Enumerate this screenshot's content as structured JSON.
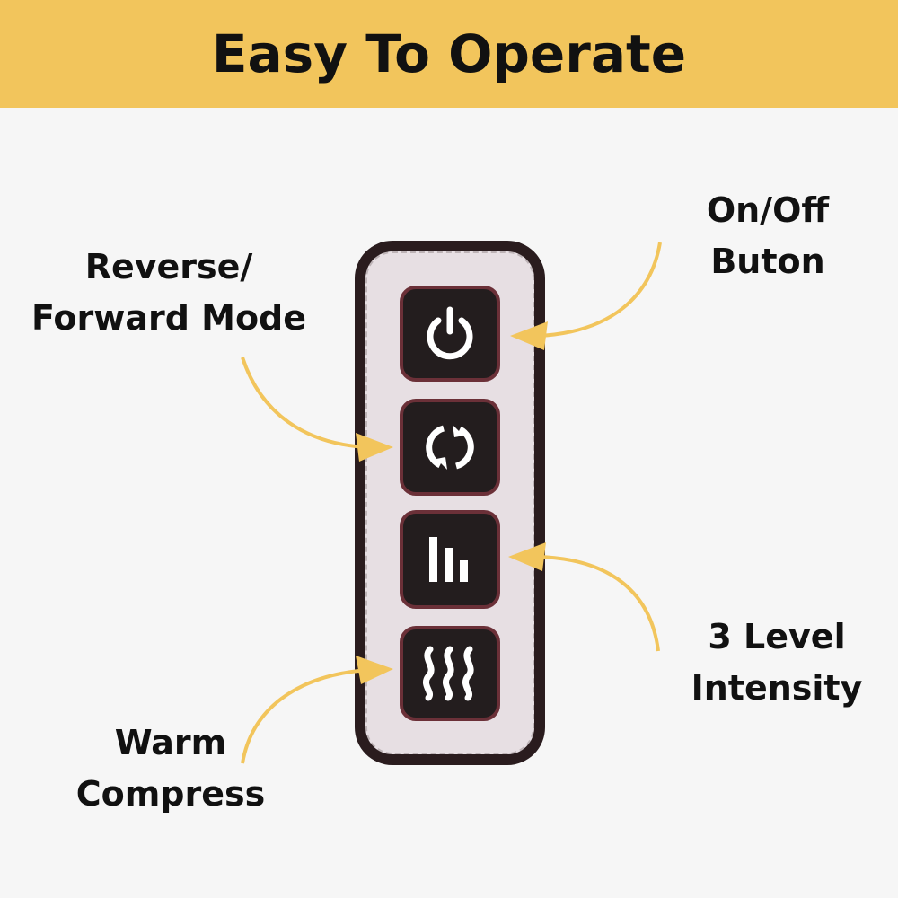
{
  "title": "Easy To Operate",
  "labels": {
    "power": [
      "On/Off",
      "Buton"
    ],
    "reverse": [
      "Reverse/",
      "Forward Mode"
    ],
    "intensity": [
      "3 Level",
      "Intensity"
    ],
    "heat": [
      "Warm",
      "Compress"
    ]
  },
  "buttons": [
    {
      "icon": "power-icon"
    },
    {
      "icon": "reverse-icon"
    },
    {
      "icon": "intensity-bars-icon"
    },
    {
      "icon": "heat-waves-icon"
    }
  ],
  "colors": {
    "banner": "#f2c55c",
    "arrow": "#f2c55c",
    "button": "#231d1e",
    "button_border": "#6b3038",
    "panel": "#2a1c1e"
  }
}
